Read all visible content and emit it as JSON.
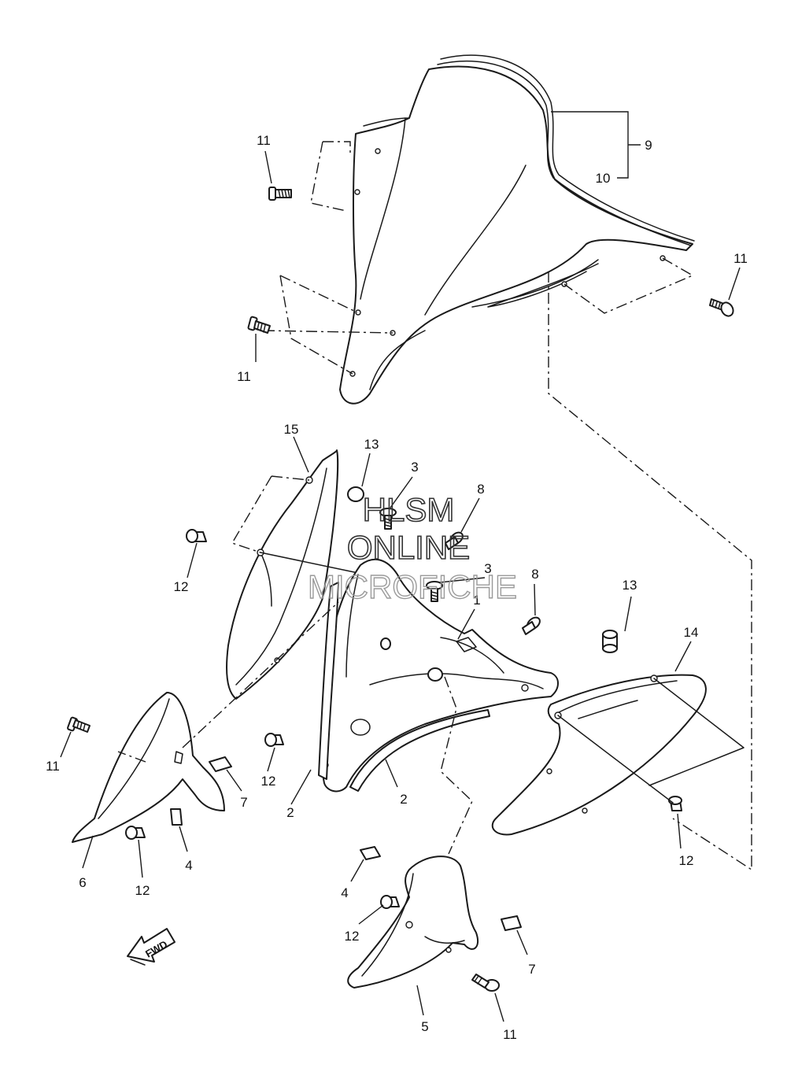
{
  "watermark": {
    "line1": "HLSM",
    "line2": "ONLINE",
    "line3": "MICROFICHE"
  },
  "direction_badge": "FWD",
  "callouts": [
    {
      "id": "c11a",
      "label": "11"
    },
    {
      "id": "c9",
      "label": "9"
    },
    {
      "id": "c10",
      "label": "10"
    },
    {
      "id": "c11b",
      "label": "11"
    },
    {
      "id": "c11c",
      "label": "11"
    },
    {
      "id": "c15",
      "label": "15"
    },
    {
      "id": "c13a",
      "label": "13"
    },
    {
      "id": "c3a",
      "label": "3"
    },
    {
      "id": "c8a",
      "label": "8"
    },
    {
      "id": "c12a",
      "label": "12"
    },
    {
      "id": "c3b",
      "label": "3"
    },
    {
      "id": "c8b",
      "label": "8"
    },
    {
      "id": "c1",
      "label": "1"
    },
    {
      "id": "c13b",
      "label": "13"
    },
    {
      "id": "c14",
      "label": "14"
    },
    {
      "id": "c11d",
      "label": "11"
    },
    {
      "id": "c7a",
      "label": "7"
    },
    {
      "id": "c12b",
      "label": "12"
    },
    {
      "id": "c2a",
      "label": "2"
    },
    {
      "id": "c2b",
      "label": "2"
    },
    {
      "id": "c6",
      "label": "6"
    },
    {
      "id": "c4a",
      "label": "4"
    },
    {
      "id": "c12c",
      "label": "12"
    },
    {
      "id": "c12d",
      "label": "12"
    },
    {
      "id": "c4b",
      "label": "4"
    },
    {
      "id": "c12e",
      "label": "12"
    },
    {
      "id": "c7b",
      "label": "7"
    },
    {
      "id": "c5",
      "label": "5"
    },
    {
      "id": "c11e",
      "label": "11"
    }
  ]
}
